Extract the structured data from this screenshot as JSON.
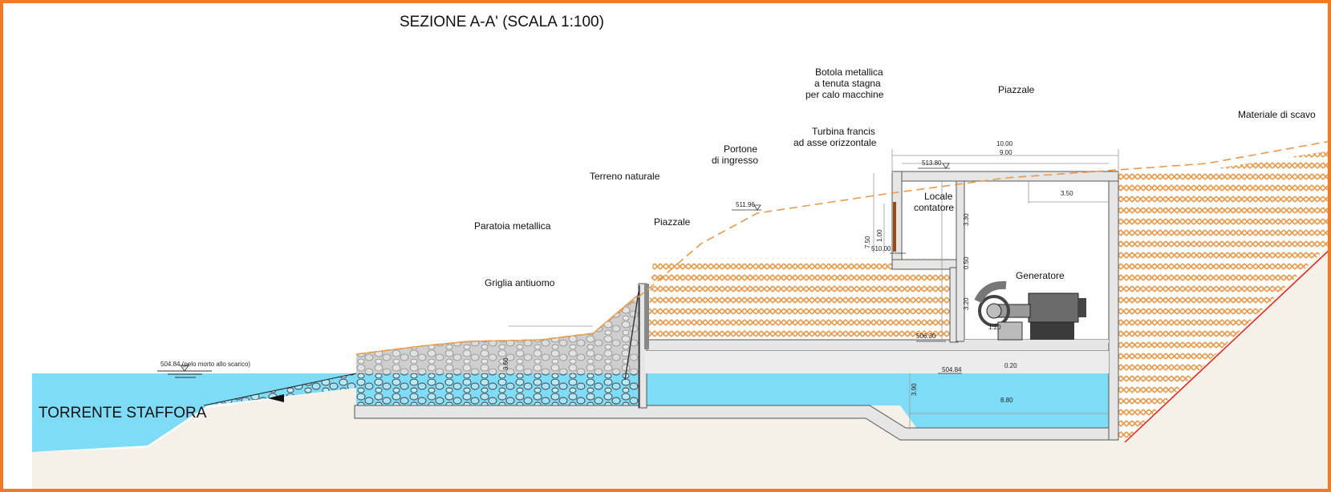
{
  "title": "SEZIONE A-A' (SCALA 1:100)",
  "labels": {
    "river": "TORRENTE STAFFORA",
    "botola_1": "Botola metallica",
    "botola_2": "a tenuta stagna",
    "botola_3": "per calo macchine",
    "piazzale_top": "Piazzale",
    "materiale": "Materiale di scavo",
    "turbina_1": "Turbina francis",
    "turbina_2": "ad asse orizzontale",
    "portone_1": "Portone",
    "portone_2": "di ingresso",
    "terreno": "Terreno naturale",
    "paratoia": "Paratoia metallica",
    "piazzale_mid": "Piazzale",
    "griglia": "Griglia antiuomo",
    "locale_1": "Locale",
    "locale_2": "contatore",
    "generatore": "Generatore"
  },
  "levels": {
    "l504_84_river": "504.84 (pelo morto allo scarico)",
    "l511_96": "511.96",
    "l513_80": "513.80",
    "l510_00": "510.00",
    "l506_30": "506.30",
    "l504_84": "504.84"
  },
  "dimensions": {
    "d10_00": "10.00",
    "d9_00": "9.00",
    "d3_50": "3.50",
    "d3_30": "3.30",
    "d0_50": "0.50",
    "d3_20": "3.20",
    "d7_50": "7.50",
    "d1_00": "1.00",
    "d3_90": "3.90",
    "d8_80": "8.80",
    "d3_60": "3.60",
    "d1_20": "1.20",
    "d0_20": "0.20"
  },
  "colors": {
    "frame": "#f07a26",
    "water": "#7fdcf7",
    "ground": "#f5f1e8",
    "concrete": "#e6e6e6",
    "fill_pattern": "#e89a4a",
    "rock": "#c8c8c8",
    "boundary_red": "#e0231b"
  }
}
